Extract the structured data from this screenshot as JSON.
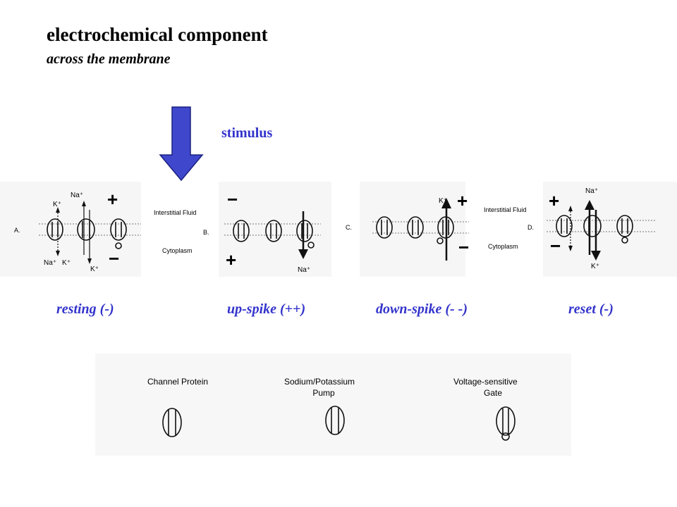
{
  "title": "electrochemical component",
  "subtitle": "across the membrane",
  "stimulus": {
    "label": "stimulus",
    "color": "#3f48cc"
  },
  "panels": {
    "a": {
      "letter": "A.",
      "top_ion": "Na⁺",
      "left_top_ion": "K⁺",
      "left_bottom_ion_1": "Na⁺",
      "left_bottom_ion_2": "K⁺",
      "bottom_ion": "K⁺",
      "top_sign": "+",
      "bottom_sign": "−"
    },
    "b": {
      "letter": "B.",
      "top_sign": "−",
      "bottom_sign": "+",
      "bottom_ion": "Na⁺"
    },
    "c": {
      "letter": "C.",
      "top_ion": "K⁺",
      "top_sign": "+",
      "bottom_sign": "−"
    },
    "d": {
      "letter": "D.",
      "top_ion": "Na⁺",
      "bottom_ion": "K⁺",
      "top_sign": "+",
      "bottom_sign": "−"
    },
    "fluid_labels": {
      "interstitial": "Interstitial Fluid",
      "cytoplasm": "Cytoplasm"
    }
  },
  "states": [
    "resting (-)",
    "up-spike (++)",
    "down-spike (- -)",
    "reset (-)"
  ],
  "legend": {
    "channel": "Channel Protein",
    "pump_line1": "Sodium/Potassium",
    "pump_line2": "Pump",
    "gate_line1": "Voltage-sensitive",
    "gate_line2": "Gate"
  }
}
